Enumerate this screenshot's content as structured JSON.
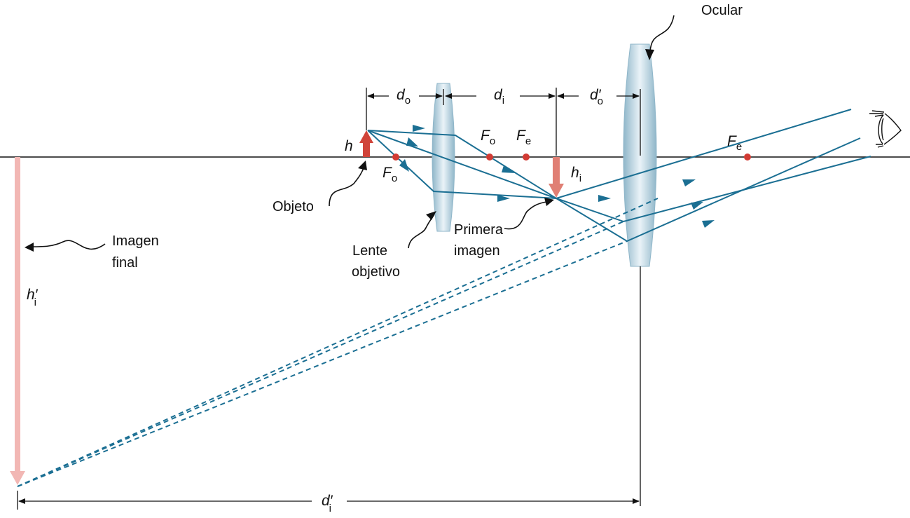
{
  "labels": {
    "objeto": "Objeto",
    "lente_objetivo_1": "Lente",
    "lente_objetivo_2": "objetivo",
    "primera_imagen_1": "Primera",
    "primera_imagen_2": "imagen",
    "imagen_final_1": "Imagen",
    "imagen_final_2": "final",
    "ocular": "Ocular"
  },
  "symbols": {
    "h": "h",
    "h_i": "h",
    "h_i_sub": "i",
    "h_i_prime": "h′",
    "h_i_prime_sub": "i",
    "d": "d",
    "d_o_sub": "o",
    "d_i_sub": "i",
    "d_o_prime": "d′",
    "d_o_prime_sub": "o",
    "d_i_prime": "d′",
    "d_i_prime_sub": "i",
    "F": "F",
    "sub_o": "o",
    "sub_e": "e"
  },
  "colors": {
    "ray": "#1b6f93",
    "object_arrow": "#d0443a",
    "first_image_arrow": "#e07f74",
    "final_image_arrow": "#f2b7b4",
    "focal_point": "#d23b34",
    "lens_edge": "#8fb6c9",
    "lens_center": "#eaf3f8",
    "axis": "#111111"
  }
}
